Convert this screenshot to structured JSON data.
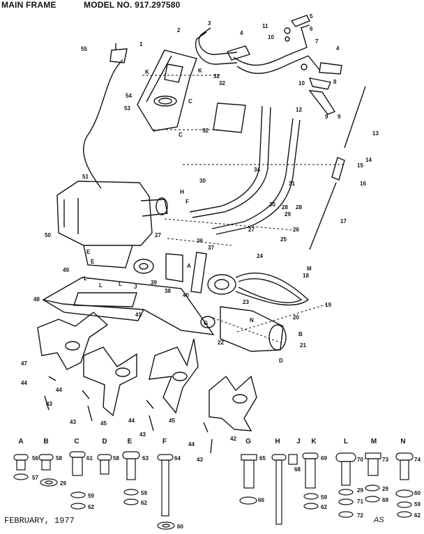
{
  "header": {
    "title": "MAIN FRAME",
    "model": "MODEL NO. 917.297580"
  },
  "footer": {
    "date": "FEBRUARY, 1977",
    "code": "AS"
  },
  "callouts": [
    {
      "n": "1"
    },
    {
      "n": "2"
    },
    {
      "n": "3"
    },
    {
      "n": "4"
    },
    {
      "n": "4"
    },
    {
      "n": "5"
    },
    {
      "n": "6"
    },
    {
      "n": "7"
    },
    {
      "n": "8"
    },
    {
      "n": "9"
    },
    {
      "n": "10"
    },
    {
      "n": "10"
    },
    {
      "n": "11"
    },
    {
      "n": "12"
    },
    {
      "n": "13"
    },
    {
      "n": "14"
    },
    {
      "n": "15"
    },
    {
      "n": "16"
    },
    {
      "n": "17"
    },
    {
      "n": "18"
    },
    {
      "n": "19"
    },
    {
      "n": "20"
    },
    {
      "n": "21"
    },
    {
      "n": "22"
    },
    {
      "n": "23"
    },
    {
      "n": "24"
    },
    {
      "n": "25"
    },
    {
      "n": "26"
    },
    {
      "n": "27"
    },
    {
      "n": "27"
    },
    {
      "n": "28"
    },
    {
      "n": "28"
    },
    {
      "n": "29"
    },
    {
      "n": "30"
    },
    {
      "n": "30"
    },
    {
      "n": "31"
    },
    {
      "n": "32"
    },
    {
      "n": "32"
    },
    {
      "n": "34"
    },
    {
      "n": "36"
    },
    {
      "n": "37"
    },
    {
      "n": "38"
    },
    {
      "n": "39"
    },
    {
      "n": "40"
    },
    {
      "n": "41"
    },
    {
      "n": "42"
    },
    {
      "n": "43"
    },
    {
      "n": "43"
    },
    {
      "n": "43"
    },
    {
      "n": "43"
    },
    {
      "n": "44"
    },
    {
      "n": "44"
    },
    {
      "n": "44"
    },
    {
      "n": "44"
    },
    {
      "n": "45"
    },
    {
      "n": "45"
    },
    {
      "n": "47"
    },
    {
      "n": "48"
    },
    {
      "n": "49"
    },
    {
      "n": "50"
    },
    {
      "n": "51"
    },
    {
      "n": "52"
    },
    {
      "n": "53"
    },
    {
      "n": "54"
    },
    {
      "n": "55"
    },
    {
      "n": "9"
    }
  ],
  "letter_callouts": [
    {
      "t": "K"
    },
    {
      "t": "K"
    },
    {
      "t": "C"
    },
    {
      "t": "C"
    },
    {
      "t": "H"
    },
    {
      "t": "F"
    },
    {
      "t": "M"
    },
    {
      "t": "A"
    },
    {
      "t": "E"
    },
    {
      "t": "E"
    },
    {
      "t": "L"
    },
    {
      "t": "L"
    },
    {
      "t": "J"
    },
    {
      "t": "G"
    },
    {
      "t": "N"
    },
    {
      "t": "B"
    },
    {
      "t": "D"
    },
    {
      "t": "L"
    }
  ],
  "hardware": [
    {
      "letter": "A",
      "parts": [
        "56",
        "57"
      ]
    },
    {
      "letter": "B",
      "parts": [
        "58",
        "29"
      ]
    },
    {
      "letter": "C",
      "parts": [
        "61",
        "59",
        "62"
      ]
    },
    {
      "letter": "D",
      "parts": [
        "58"
      ]
    },
    {
      "letter": "E",
      "parts": [
        "63",
        "59",
        "62"
      ]
    },
    {
      "letter": "F",
      "parts": [
        "64",
        "60"
      ]
    },
    {
      "letter": "G",
      "parts": [
        "65",
        "66"
      ]
    },
    {
      "letter": "H",
      "parts": []
    },
    {
      "letter": "J",
      "parts": [
        "68"
      ]
    },
    {
      "letter": "K",
      "parts": [
        "69",
        "59",
        "62"
      ]
    },
    {
      "letter": "L",
      "parts": [
        "70",
        "29",
        "71",
        "72"
      ]
    },
    {
      "letter": "M",
      "parts": [
        "73",
        "29",
        "69"
      ]
    },
    {
      "letter": "N",
      "parts": [
        "74",
        "60",
        "59",
        "62"
      ]
    }
  ]
}
